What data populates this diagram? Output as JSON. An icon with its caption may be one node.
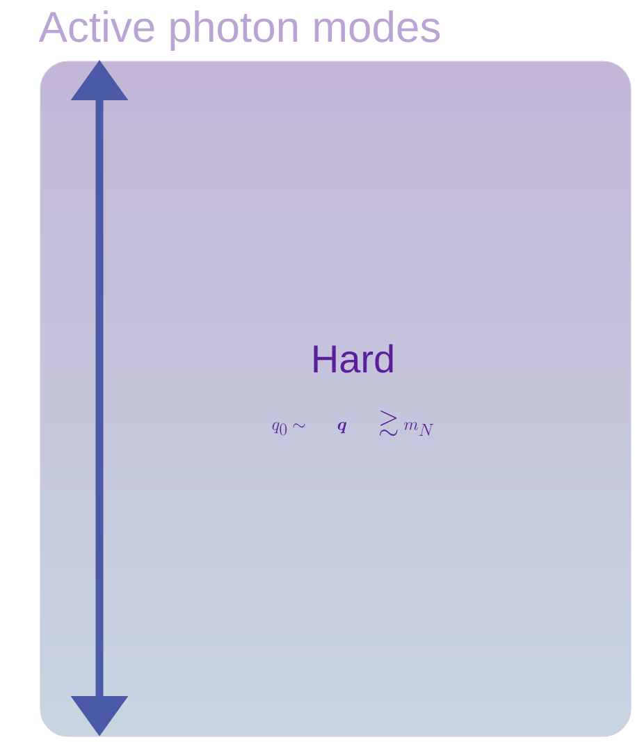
{
  "diagram": {
    "title": "Active photon modes",
    "nodes": [
      {
        "text": [
          "Hard",
          "q_0 \\sim \\quad \\boldsymbol{q} \\quad \\gtrsim m_N"
        ]
      }
    ]
  }
}
